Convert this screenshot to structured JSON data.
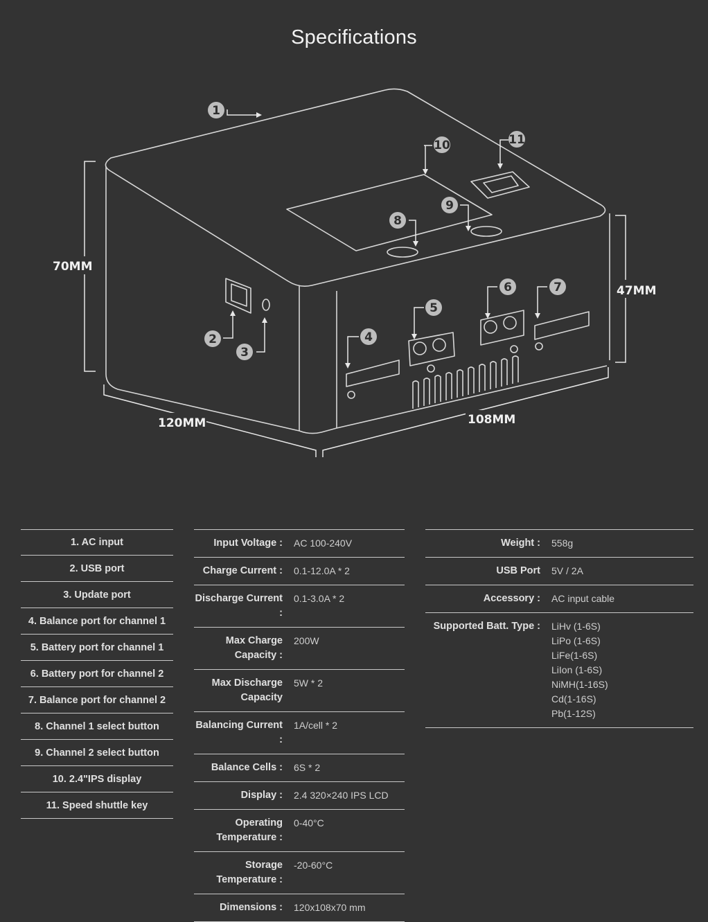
{
  "page_title": "Specifications",
  "dimensions": {
    "height": "70MM",
    "front_height": "47MM",
    "width": "120MM",
    "depth": "108MM"
  },
  "callouts": [
    "1",
    "2",
    "3",
    "4",
    "5",
    "6",
    "7",
    "8",
    "9",
    "10",
    "11"
  ],
  "parts": [
    "1. AC input",
    "2. USB port",
    "3. Update port",
    "4. Balance port for channel 1",
    "5. Battery port for channel 1",
    "6. Battery port for channel 2",
    "7. Balance port for channel 2",
    "8. Channel 1 select button",
    "9. Channel 2 select button",
    "10. 2.4\"IPS display",
    "11. Speed shuttle key"
  ],
  "specs": [
    {
      "label": "Input Voltage :",
      "value": "AC 100-240V"
    },
    {
      "label": "Charge Current :",
      "value": "0.1-12.0A * 2"
    },
    {
      "label": "Discharge Current :",
      "value": "0.1-3.0A * 2"
    },
    {
      "label": "Max Charge Capacity :",
      "value": "200W"
    },
    {
      "label": "Max Discharge Capacity",
      "value": "5W * 2"
    },
    {
      "label": "Balancing Current :",
      "value": "1A/cell * 2"
    },
    {
      "label": "Balance Cells :",
      "value": "6S * 2"
    },
    {
      "label": "Display :",
      "value": "2.4 320×240 IPS LCD"
    },
    {
      "label": "Operating Temperature :",
      "value": "0-40°C"
    },
    {
      "label": "Storage Temperature :",
      "value": "-20-60°C"
    },
    {
      "label": "Dimensions :",
      "value": "120x108x70 mm"
    }
  ],
  "extra": {
    "weight_label": "Weight :",
    "weight_value": "558g",
    "usb_label": "USB Port",
    "usb_value": "5V / 2A",
    "accessory_label": "Accessory :",
    "accessory_value": "AC input cable",
    "batt_label": "Supported Batt. Type :",
    "batt_types": [
      "LiHv (1-6S)",
      "LiPo (1-6S)",
      "LiFe(1-6S)",
      "LiIon (1-6S)",
      "NiMH(1-16S)",
      "Cd(1-16S)",
      "Pb(1-12S)"
    ]
  },
  "colors": {
    "background": "#333333",
    "line": "#c9c9c9",
    "text": "#e0e0e0",
    "callout": "#bdbdbd"
  }
}
